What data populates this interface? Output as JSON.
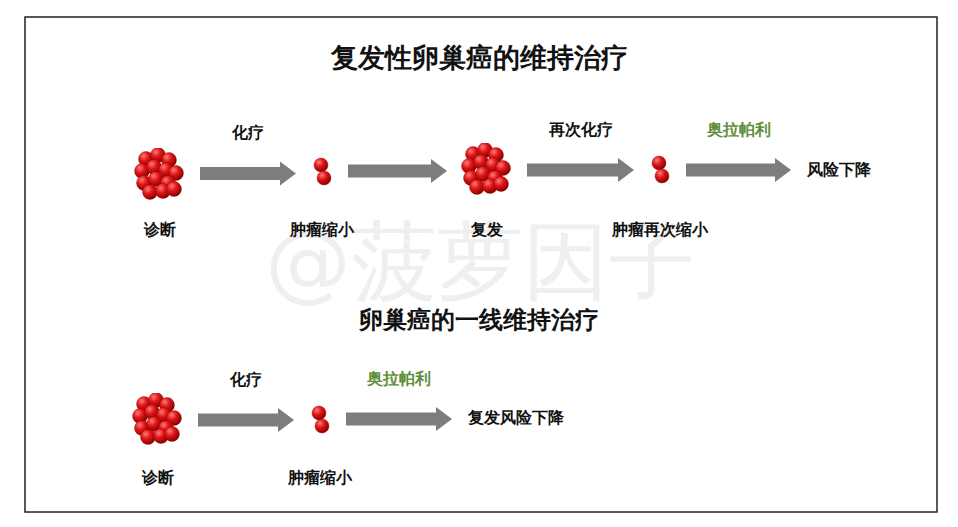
{
  "diagram": {
    "title": "复发性卵巢癌的维持治疗",
    "nodes": [
      {
        "text": [
          "诊断"
        ]
      },
      {
        "text": [
          "肿瘤缩小"
        ]
      },
      {
        "text": [
          "复发"
        ]
      },
      {
        "text": [
          "肿瘤再次缩小"
        ]
      },
      {
        "text": [
          "风险下降"
        ]
      },
      {
        "text": [
          "诊断"
        ]
      },
      {
        "text": [
          "肿瘤缩小"
        ]
      },
      {
        "text": [
          "复发风险下降"
        ]
      }
    ],
    "edges": [
      {
        "from": 0,
        "to": 1,
        "label": "化疗",
        "arrow": "to"
      },
      {
        "from": 1,
        "to": 2,
        "arrow": "to"
      },
      {
        "from": 2,
        "to": 3,
        "label": "再次化疗",
        "arrow": "to"
      },
      {
        "from": 3,
        "to": 4,
        "label": "奥拉帕利",
        "arrow": "to"
      },
      {
        "from": 5,
        "to": 6,
        "label": "化疗",
        "arrow": "to"
      },
      {
        "from": 6,
        "to": 7,
        "label": "奥拉帕利",
        "arrow": "to"
      }
    ],
    "labels": [
      "卵巢癌的一线维持治疗",
      "@菠萝因子"
    ]
  }
}
